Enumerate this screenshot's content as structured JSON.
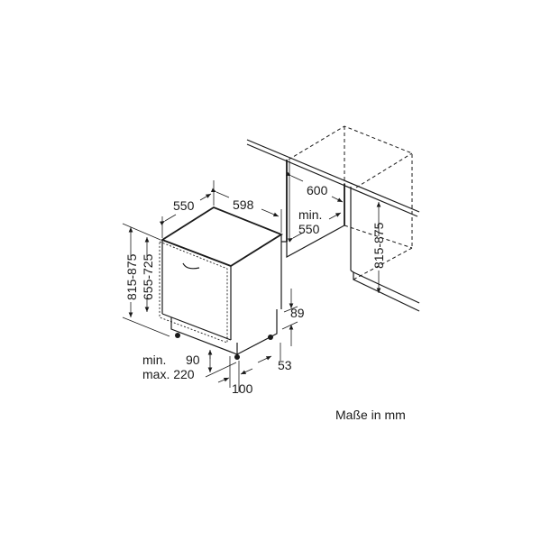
{
  "dimensions": {
    "depth": "550",
    "width": "598",
    "niche_width": "600",
    "niche_depth_label": "min.",
    "niche_depth": "550",
    "niche_height": "815-875",
    "height": "815-875",
    "door_height": "655-725",
    "plinth_top": "89",
    "plinth_side": "53",
    "plinth_min_label": "min.",
    "plinth_min": "90",
    "plinth_max_label": "max. 220",
    "plinth_depth": "100"
  },
  "note": "Maße in mm"
}
